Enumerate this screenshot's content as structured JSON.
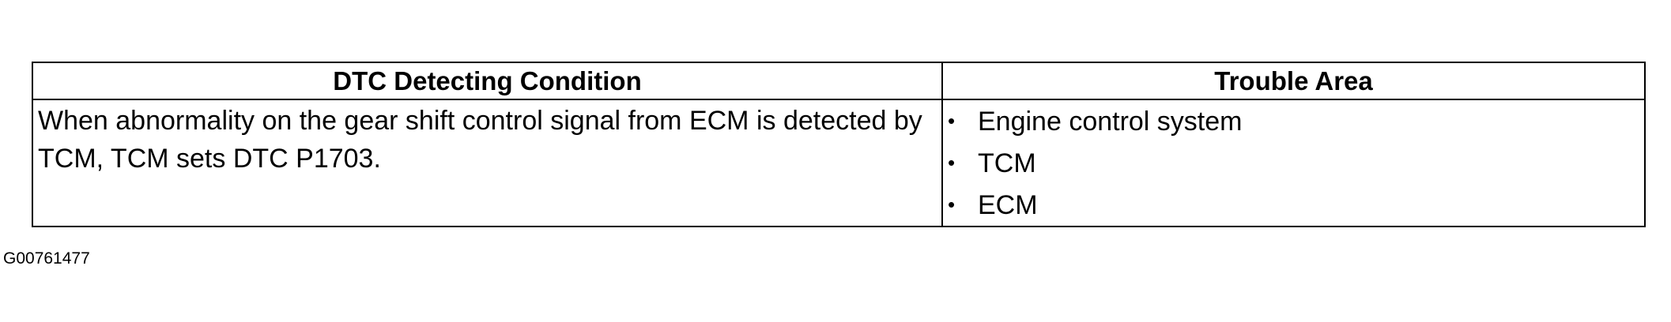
{
  "table": {
    "headers": {
      "condition": "DTC Detecting Condition",
      "trouble_area": "Trouble Area"
    },
    "condition_text": "When abnormality on the gear shift control signal from ECM is detected by TCM, TCM sets DTC P1703.",
    "trouble_areas": [
      "Engine control system",
      "TCM",
      "ECM"
    ],
    "bullet": "•"
  },
  "figure_id": "G00761477"
}
